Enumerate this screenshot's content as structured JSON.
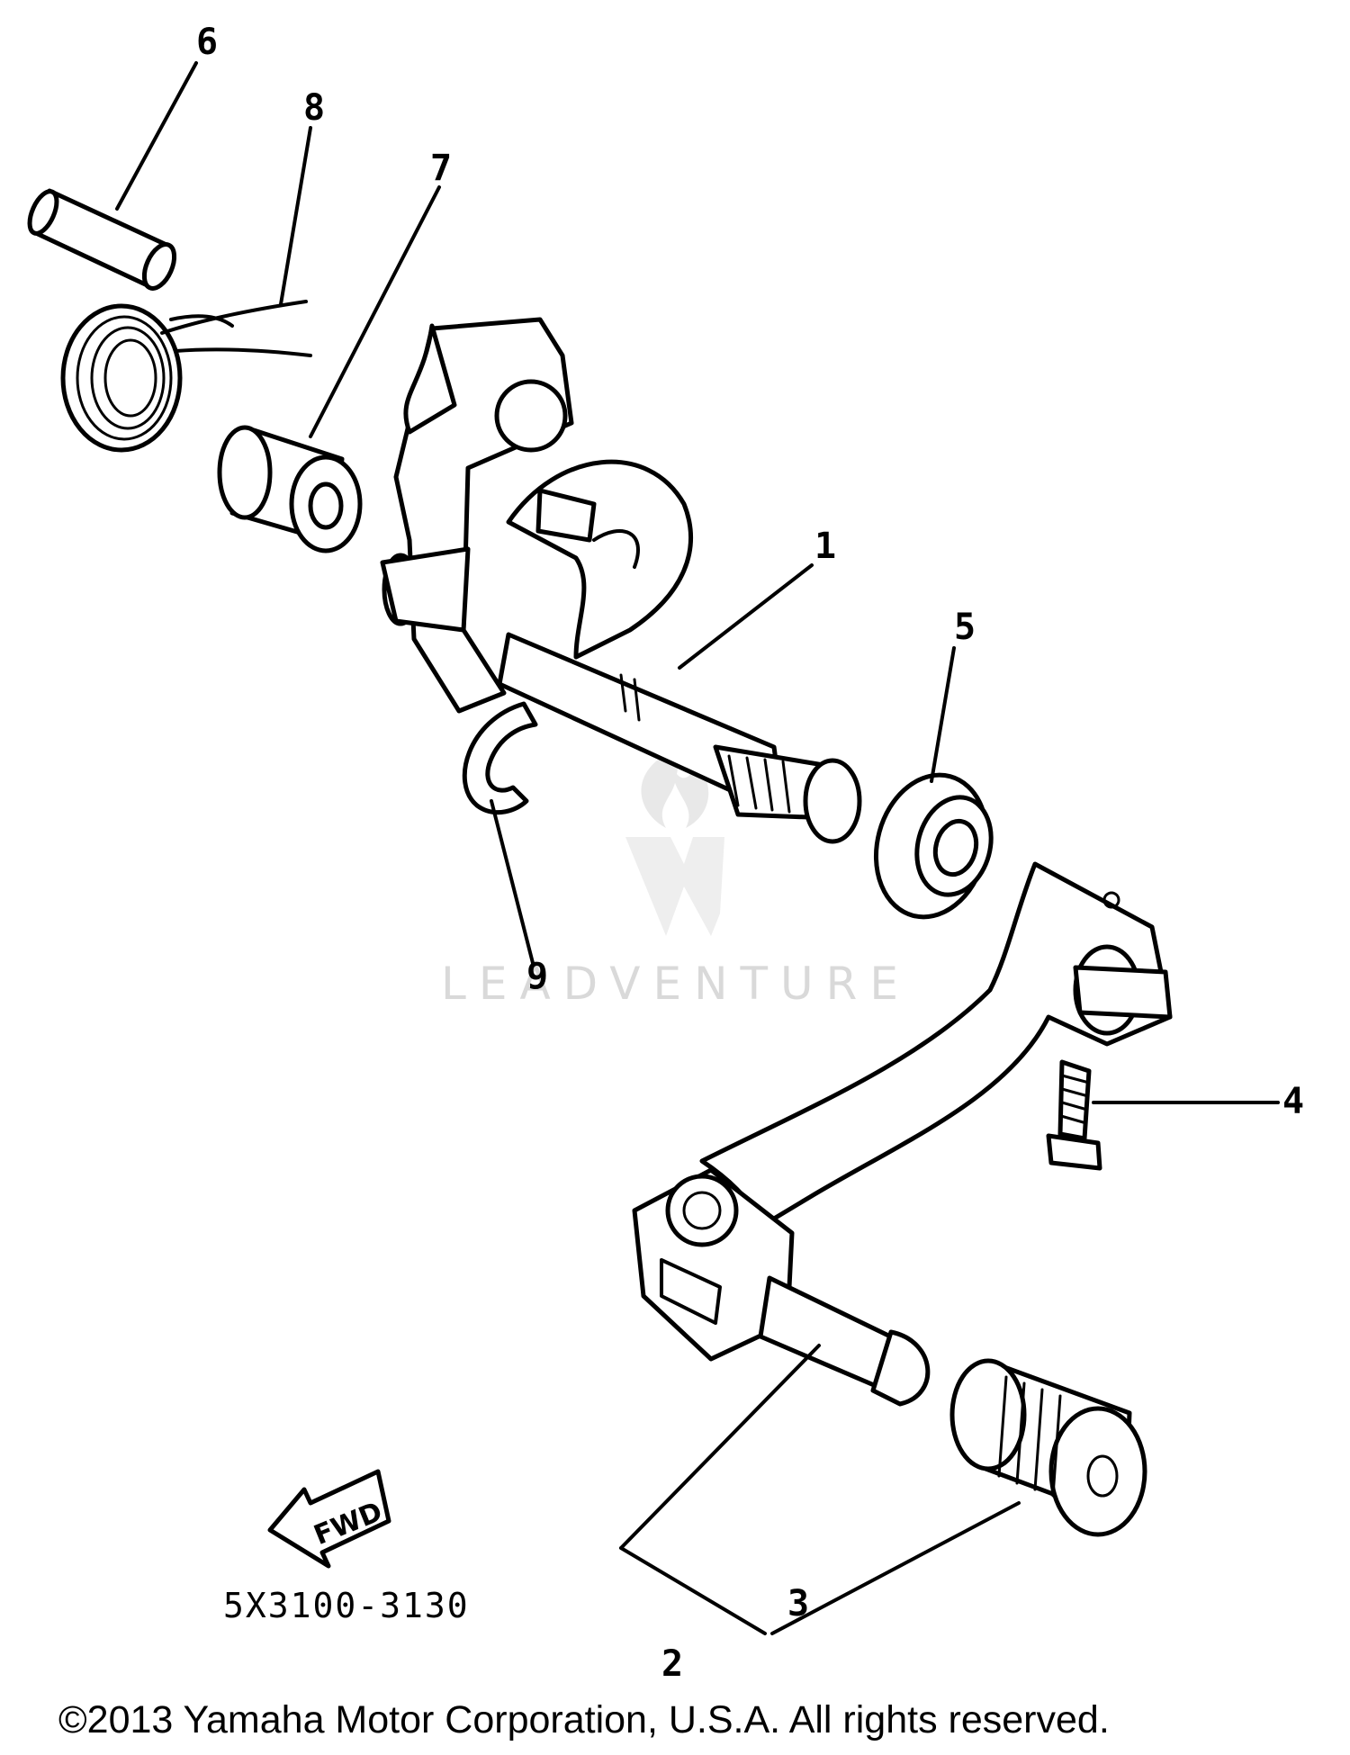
{
  "callouts": [
    "1",
    "2",
    "3",
    "4",
    "5",
    "6",
    "7",
    "8",
    "9"
  ],
  "fwd_label": "FWD",
  "diagram_code": "5X3100-3130",
  "watermark": "LEADVENTURE",
  "copyright": "©2013 Yamaha Motor Corporation, U.S.A. All rights reserved."
}
